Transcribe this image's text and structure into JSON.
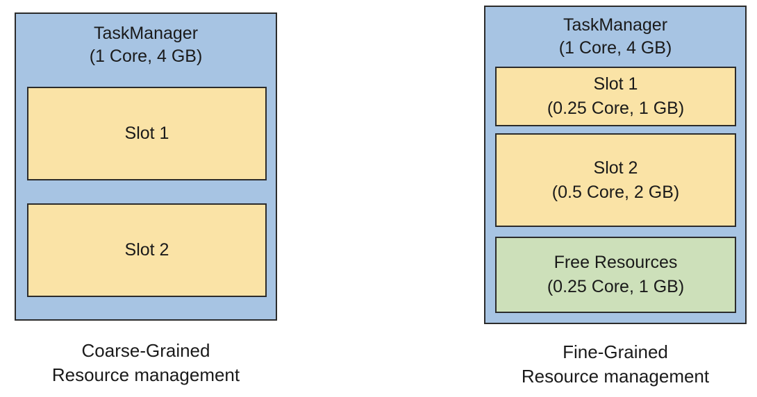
{
  "colors": {
    "taskmanager_fill": "#a7c4e3",
    "slot_fill": "#fae3a6",
    "free_fill": "#cde0ba",
    "border": "#2b2b2b"
  },
  "coarse": {
    "tm_label": "TaskManager",
    "tm_resources": "(1 Core, 4 GB)",
    "slots": [
      {
        "label": "Slot 1"
      },
      {
        "label": "Slot 2"
      }
    ],
    "caption_line1": "Coarse-Grained",
    "caption_line2": "Resource management"
  },
  "fine": {
    "tm_label": "TaskManager",
    "tm_resources": "(1 Core, 4 GB)",
    "slots": [
      {
        "label": "Slot 1",
        "resources": "(0.25 Core, 1 GB)"
      },
      {
        "label": "Slot 2",
        "resources": "(0.5 Core, 2 GB)"
      }
    ],
    "free": {
      "label": "Free Resources",
      "resources": "(0.25 Core, 1 GB)"
    },
    "caption_line1": "Fine-Grained",
    "caption_line2": "Resource management"
  }
}
